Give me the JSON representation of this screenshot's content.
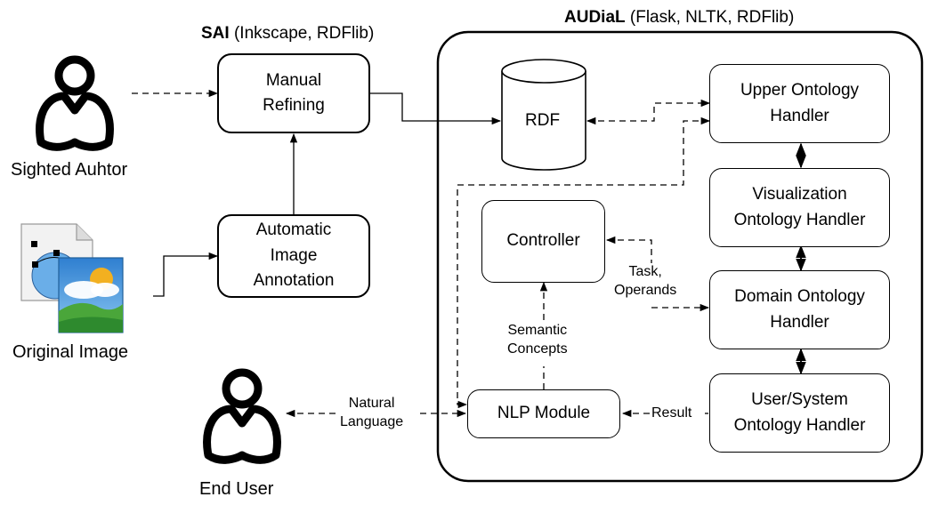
{
  "groups": {
    "sai": {
      "name": "SAI",
      "tech": " (Inkscape, RDFlib)"
    },
    "audial": {
      "name": "AUDiaL",
      "tech": " (Flask, NLTK, RDFlib)"
    }
  },
  "actors": {
    "sighted_author": "Sighted Auhtor",
    "original_image": "Original Image",
    "end_user": "End User"
  },
  "nodes": {
    "manual_refining": "Manual\nRefining",
    "automatic_annotation": "Automatic\nImage\nAnnotation",
    "rdf": "RDF",
    "controller": "Controller",
    "nlp_module": "NLP Module",
    "upper_ontology": "Upper Ontology\nHandler",
    "visualization_ontology": "Visualization\nOntology Handler",
    "domain_ontology": "Domain Ontology\nHandler",
    "user_system_ontology": "User/System\nOntology Handler"
  },
  "edge_labels": {
    "task_operands": "Task,\nOperands",
    "semantic_concepts": "Semantic\nConcepts",
    "natural_language": "Natural\nLanguage",
    "result": "Result"
  },
  "colors": {
    "stroke": "#000000",
    "sky": "#3a8fd6",
    "cloud": "#ffffff",
    "sun": "#f2b020",
    "hill": "#4aa63a",
    "paper": "#f2f2f2"
  },
  "icons": [
    "person-icon",
    "image-file-icon",
    "database-cylinder-icon"
  ]
}
